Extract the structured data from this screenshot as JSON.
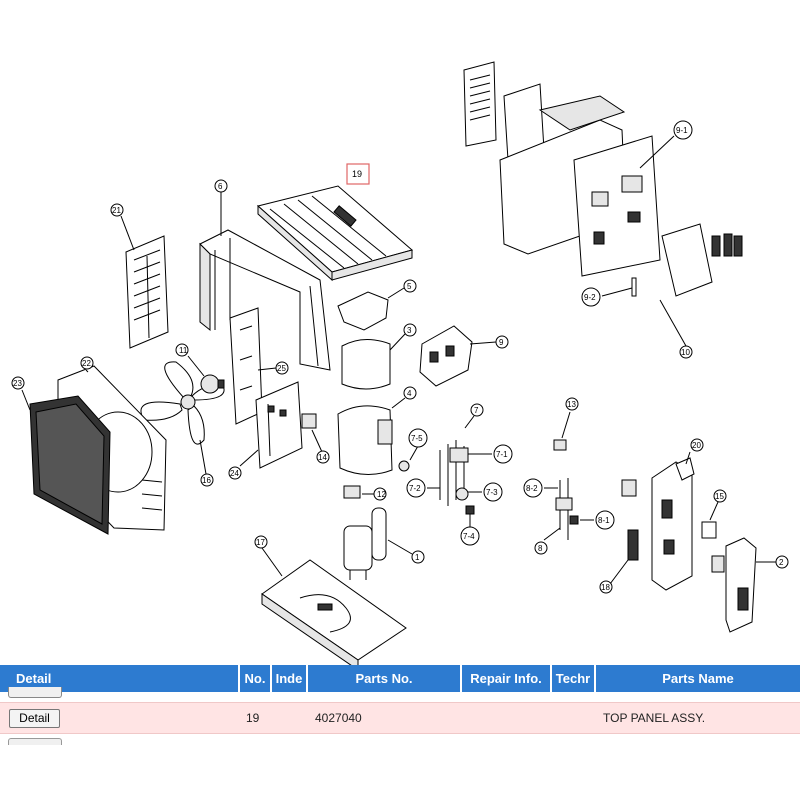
{
  "diagram": {
    "highlight_color": "#e06666",
    "labels": {
      "p19": "19",
      "p6": "6",
      "p21": "21",
      "p5": "5",
      "p3": "3",
      "p4": "4",
      "p9": "9",
      "p91": "9-1",
      "p92": "9-2",
      "p10": "10",
      "p11": "11",
      "p25": "25",
      "p22": "22",
      "p23": "23",
      "p16": "16",
      "p24": "24",
      "p14": "14",
      "p7": "7",
      "p71": "7-1",
      "p72": "7-2",
      "p73": "7-3",
      "p74": "7-4",
      "p75": "7-5",
      "p12": "12",
      "p1": "1",
      "p17": "17",
      "p13": "13",
      "p82": "8-2",
      "p81": "8-1",
      "p8": "8",
      "p20": "20",
      "p15": "15",
      "p2": "2",
      "p18": "18"
    }
  },
  "table": {
    "header_color": "#2d7bd0",
    "row_color": "#ffe4e4",
    "headers": {
      "detail": "Detail",
      "no": "No.",
      "index": "Inde",
      "parts_no": "Parts No.",
      "repair_info": "Repair Info.",
      "tech": "Techr",
      "parts_name": "Parts Name"
    },
    "row": {
      "detail_button": "Detail",
      "no": "19",
      "index": "",
      "parts_no": "4027040",
      "repair_info": "",
      "tech": "",
      "parts_name": "TOP PANEL ASSY."
    }
  }
}
